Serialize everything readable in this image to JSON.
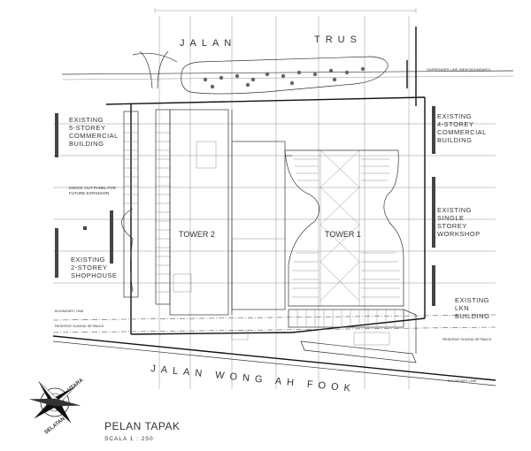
{
  "roads": {
    "north_left": "JALAN",
    "north_right": "TRUS",
    "south": "JALAN WONG AH FOOK"
  },
  "buildings": [
    {
      "key": "commercial_5",
      "lines": [
        "EXISTING",
        "5-STOREY",
        "COMMERCIAL",
        "BUILDING"
      ]
    },
    {
      "key": "knockout",
      "lines": [
        "KNOCK OUT PANEL FOR",
        "FUTURE EXPANSION"
      ]
    },
    {
      "key": "shophouse_2",
      "lines": [
        "EXISTING",
        "2-STOREY",
        "SHOPHOUSE"
      ]
    },
    {
      "key": "commercial_4",
      "lines": [
        "EXISTING",
        "4-STOREY",
        "COMMERCIAL",
        "BUILDING"
      ]
    },
    {
      "key": "workshop",
      "lines": [
        "EXISTING",
        "SINGLE",
        "STOREY",
        "WORKSHOP"
      ]
    },
    {
      "key": "lkn",
      "lines": [
        "EXISTING",
        "LKN",
        "BUILDING"
      ]
    }
  ],
  "towers": {
    "t1": "TOWER 1",
    "t2": "TOWER 2"
  },
  "boundary": {
    "label": "BOUNDARY LINE",
    "surrender": "SURRENDER LINE (NEW BOUNDARY)",
    "reserve": "RESERVE SUNGAI SETBACK"
  },
  "title": {
    "main": "PELAN TAPAK",
    "scale": "SCALA   1 : 250"
  },
  "compass": {
    "north": "UTARA",
    "south": "SELATAN"
  },
  "colors": {
    "ink": "#222222",
    "paper": "#ffffff"
  }
}
